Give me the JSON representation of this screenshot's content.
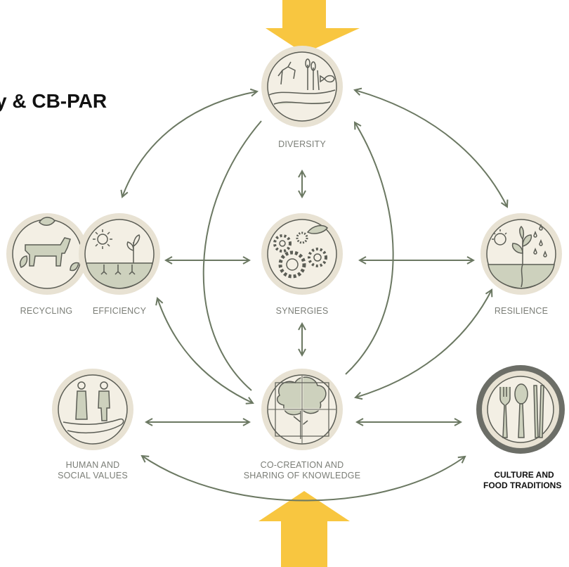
{
  "title": "y & CB-PAR",
  "labels": {
    "diversity": "DIVERSITY",
    "recycling": "RECYCLING",
    "efficiency": "EFFICIENCY",
    "synergies": "SYNERGIES",
    "resilience": "RESILIENCE",
    "human_line1": "HUMAN AND",
    "human_line2": "SOCIAL VALUES",
    "cocreation_line1": "CO-CREATION AND",
    "cocreation_line2": "SHARING OF KNOWLEDGE",
    "culture_line1": "CULTURE AND",
    "culture_line2": "FOOD TRADITIONS"
  },
  "colors": {
    "arrow": "#6b7862",
    "node_outer": "#e8e2d3",
    "node_inner": "#f3efe4",
    "icon_stroke": "#5b5d55",
    "icon_fill": "#cdd1bd",
    "culture_ring": "#6c6e67",
    "input_arrow": "#f8c640"
  }
}
